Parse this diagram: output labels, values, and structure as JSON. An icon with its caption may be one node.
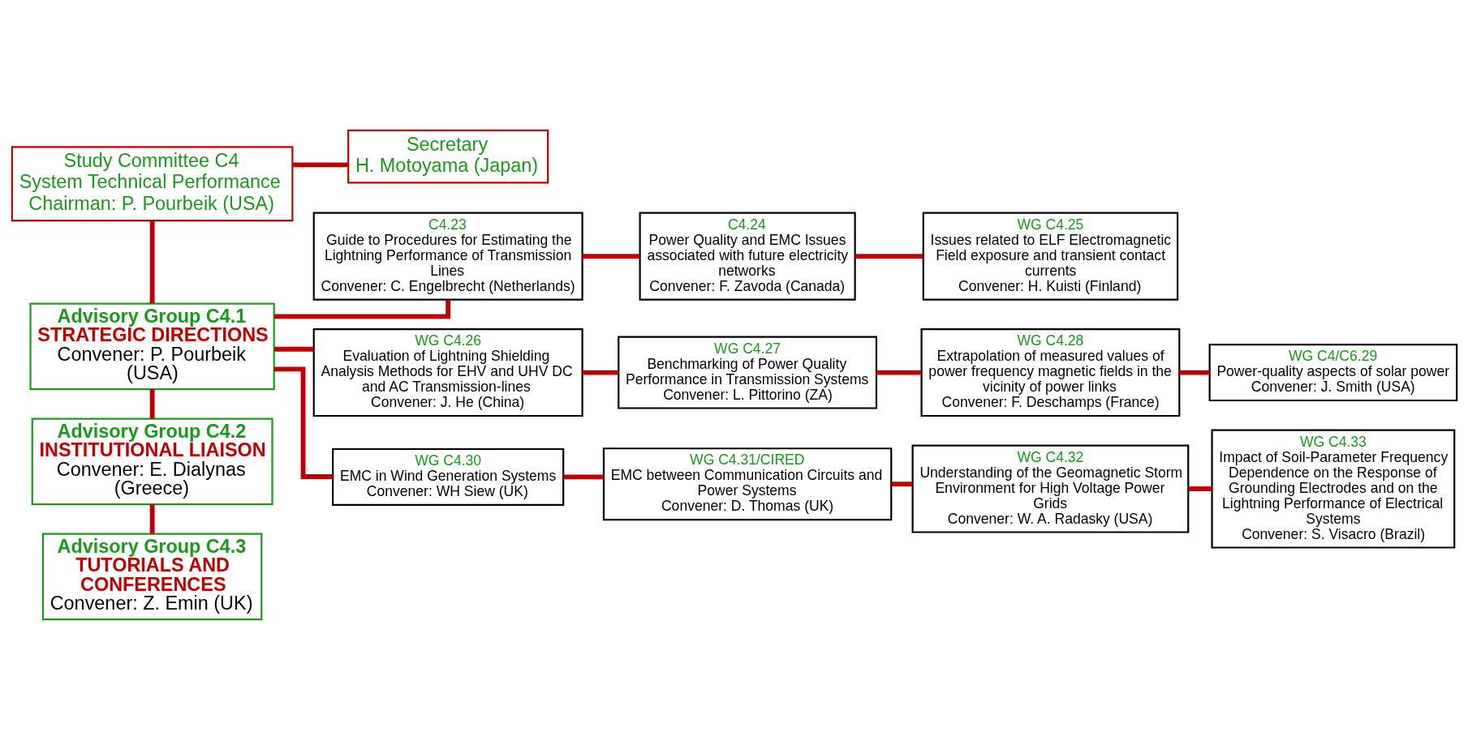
{
  "diagram": {
    "nodes": [
      {
        "text": [
          "Study Committee C4",
          "System Technical Performance",
          "Chairman: P. Pourbeik (USA)"
        ]
      },
      {
        "text": [
          "Secretary",
          "H. Motoyama (Japan)"
        ]
      },
      {
        "text": [
          "Advisory Group C4.1",
          "STRATEGIC DIRECTIONS",
          "Convener: P. Pourbeik (USA)"
        ]
      },
      {
        "text": [
          "Advisory Group C4.2",
          "INSTITUTIONAL LIAISON",
          "Convener: E. Dialynas (Greece)"
        ]
      },
      {
        "text": [
          "Advisory Group C4.3",
          "TUTORIALS AND CONFERENCES",
          "Convener: Z. Emin (UK)"
        ]
      },
      {
        "text": [
          "C4.23",
          "Guide to Procedures for Estimating the Lightning Performance of Transmission Lines",
          "Convener: C. Engelbrecht (Netherlands)"
        ]
      },
      {
        "text": [
          "C4.24",
          "Power Quality and EMC Issues associated with future electricity networks",
          "Convener: F. Zavoda (Canada)"
        ]
      },
      {
        "text": [
          "WG C4.25",
          "Issues related to ELF Electromagnetic Field exposure and transient contact currents",
          "Convener: H. Kuisti (Finland)"
        ]
      },
      {
        "text": [
          "WG C4.26",
          "Evaluation of Lightning Shielding Analysis Methods for EHV and UHV DC and AC Transmission-lines",
          "Convener: J. He (China)"
        ]
      },
      {
        "text": [
          "WG C4.27",
          "Benchmarking of Power Quality Performance in Transmission Systems",
          "Convener: L. Pittorino (ZA)"
        ]
      },
      {
        "text": [
          "WG C4.28",
          "Extrapolation of measured values of power frequency magnetic fields in the vicinity of power links",
          "Convener: F. Deschamps (France)"
        ]
      },
      {
        "text": [
          "WG C4/C6.29",
          "Power-quality aspects of solar power",
          "Convener: J. Smith (USA)"
        ]
      },
      {
        "text": [
          "WG C4.30",
          "EMC in Wind Generation Systems",
          "Convener: WH Siew (UK)"
        ]
      },
      {
        "text": [
          "WG C4.31/CIRED",
          "EMC between Communication Circuits and Power Systems",
          "Convener: D. Thomas (UK)"
        ]
      },
      {
        "text": [
          "WG C4.32",
          "Understanding of the Geomagnetic Storm Environment for High Voltage Power Grids",
          "Convener: W. A. Radasky (USA)"
        ]
      },
      {
        "text": [
          "WG C4.33",
          "Impact of Soil-Parameter Frequency Dependence on the Response of Grounding Electrodes and on the Lightning Performance of Electrical Systems",
          "Convener: S. Visacro (Brazil)"
        ]
      }
    ],
    "edges": [
      {
        "from": 0,
        "to": 1,
        "arrow": "none"
      },
      {
        "from": 0,
        "to": 2,
        "arrow": "none"
      },
      {
        "from": 2,
        "to": 3,
        "arrow": "none"
      },
      {
        "from": 3,
        "to": 4,
        "arrow": "none"
      },
      {
        "from": 2,
        "to": 5,
        "arrow": "none"
      },
      {
        "from": 5,
        "to": 6,
        "arrow": "none"
      },
      {
        "from": 6,
        "to": 7,
        "arrow": "none"
      },
      {
        "from": 2,
        "to": 8,
        "arrow": "none"
      },
      {
        "from": 8,
        "to": 9,
        "arrow": "none"
      },
      {
        "from": 9,
        "to": 10,
        "arrow": "none"
      },
      {
        "from": 10,
        "to": 11,
        "arrow": "none"
      },
      {
        "from": 2,
        "to": 12,
        "arrow": "none"
      },
      {
        "from": 12,
        "to": 13,
        "arrow": "none"
      },
      {
        "from": 13,
        "to": 14,
        "arrow": "none"
      },
      {
        "from": 14,
        "to": 15,
        "arrow": "none"
      }
    ]
  }
}
